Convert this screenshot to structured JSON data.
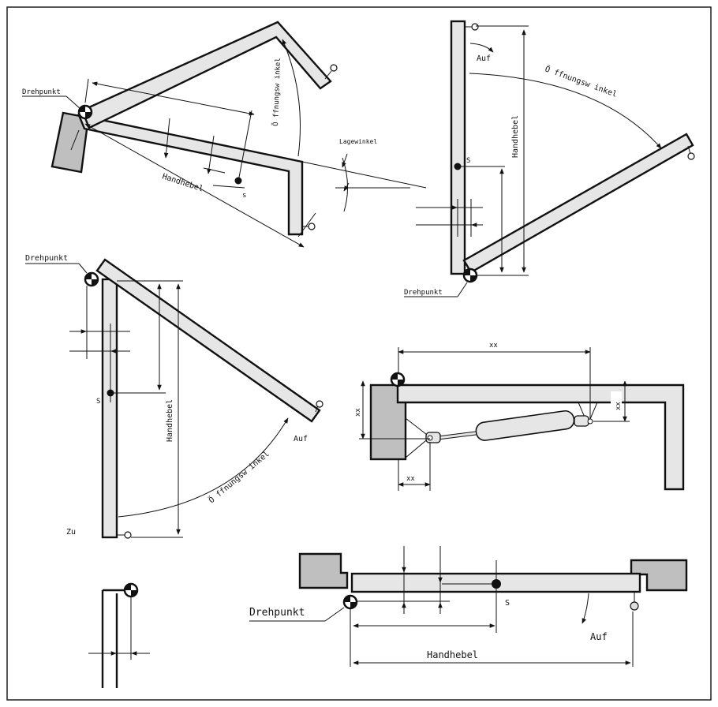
{
  "labels": {
    "pivot": "Drehpunkt",
    "lever": "Handhebel",
    "opening_angle": "Öffnungswinkel",
    "opening_angle_split": "Ö ffnungsw inkel",
    "position_angle": "Lagewinkel",
    "open": "Auf",
    "closed": "Zu",
    "center_of_gravity": "S",
    "center_of_gravity_lower": "s",
    "placeholder_dim": "xx"
  },
  "colors": {
    "stroke": "#111111",
    "panel": "#e6e6e6",
    "block": "#bfbfbf",
    "frame": "#ffffff"
  },
  "icons": {
    "pivot_symbol": "quartered-circle-icon",
    "center_of_gravity_symbol": "filled-dot-icon",
    "handle_symbol": "knob-icon"
  }
}
